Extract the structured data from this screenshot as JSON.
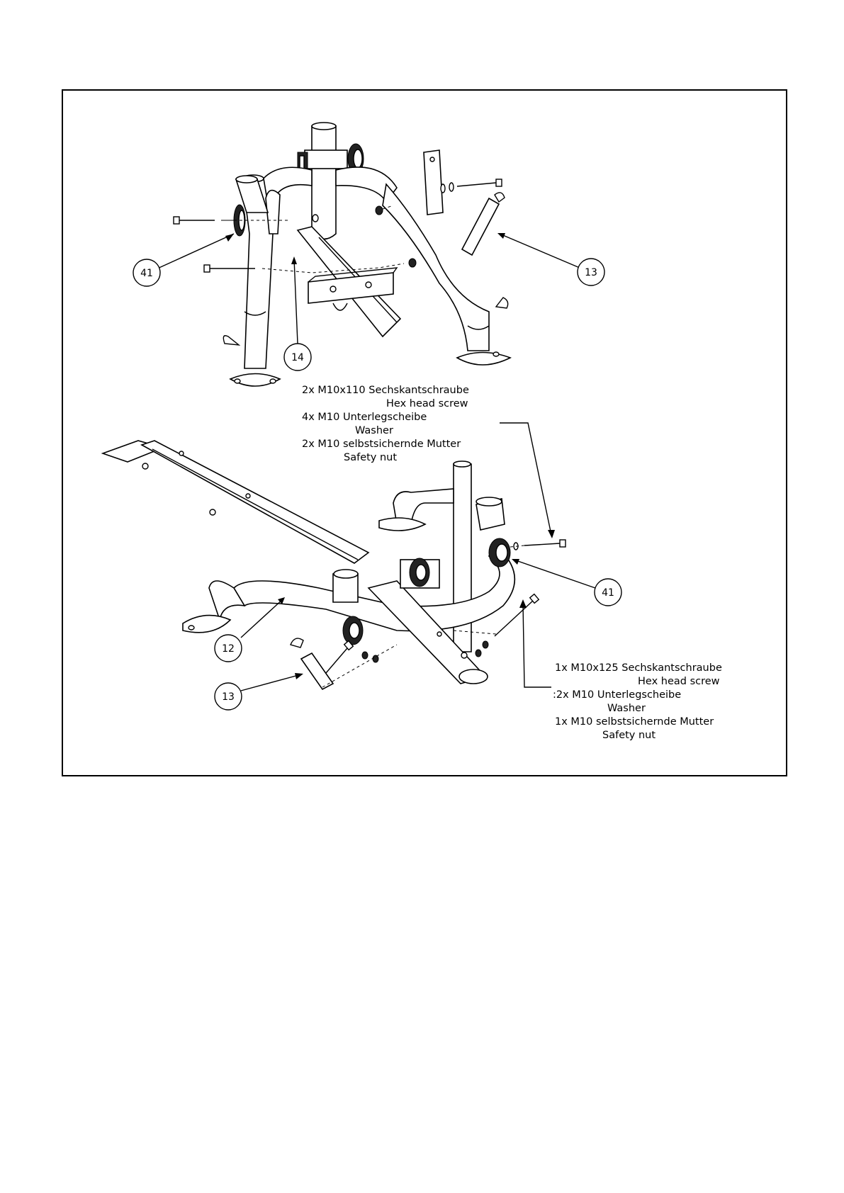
{
  "callouts": {
    "top_41": "41",
    "top_13": "13",
    "top_14": "14",
    "bottom_41": "41",
    "bottom_12": "12",
    "bottom_13": "13"
  },
  "spec_top": {
    "line1": "2x M10x110 Sechskantschraube",
    "line2": "Hex head screw",
    "line3": "4x M10 Unterlegscheibe",
    "line4": "Washer",
    "line5": "2x M10 selbstsichernde Mutter",
    "line6": "Safety nut"
  },
  "spec_bottom": {
    "line1": "1x M10x125 Sechskantschraube",
    "line2": "Hex head screw",
    "line3": ":2x M10 Unterlegscheibe",
    "line4": "Washer",
    "line5": "1x M10 selbstsichernde Mutter",
    "line6": "Safety nut"
  }
}
